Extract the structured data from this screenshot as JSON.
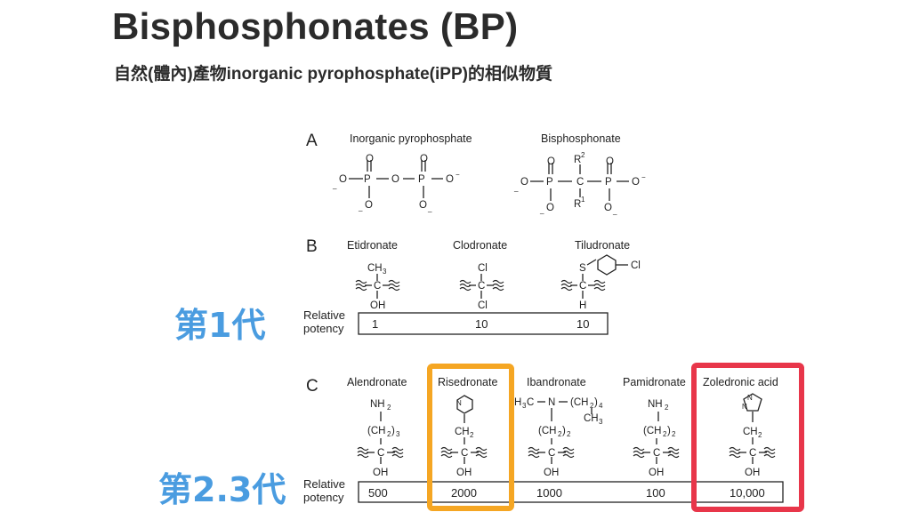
{
  "header": {
    "title": "Bisphosphonates (BP)",
    "subtitle": "自然(體內)產物inorganic pyrophosphate(iPP)的相似物質"
  },
  "generations": {
    "first": "第1代",
    "second_third": "第2.3代"
  },
  "figure": {
    "panel_a": {
      "letter": "A",
      "left_label": "Inorganic pyrophosphate",
      "right_label": "Bisphosphonate"
    },
    "panel_b": {
      "letter": "B",
      "relative_potency_label": [
        "Relative",
        "potency"
      ],
      "compounds": [
        {
          "name": "Etidronate",
          "top": "CH",
          "top_sub": "3",
          "bottom": "OH",
          "potency": "1"
        },
        {
          "name": "Clodronate",
          "top": "Cl",
          "top_sub": "",
          "bottom": "Cl",
          "potency": "10"
        },
        {
          "name": "Tiludronate",
          "top": "S",
          "top_sub": "",
          "bottom": "H",
          "potency": "10"
        }
      ]
    },
    "panel_c": {
      "letter": "C",
      "relative_potency_label": [
        "Relative",
        "potency"
      ],
      "compounds": [
        {
          "name": "Alendronate",
          "potency": "500",
          "highlight": ""
        },
        {
          "name": "Risedronate",
          "potency": "2000",
          "highlight": "#f5a623"
        },
        {
          "name": "Ibandronate",
          "potency": "1000",
          "highlight": ""
        },
        {
          "name": "Pamidronate",
          "potency": "100",
          "highlight": ""
        },
        {
          "name": "Zoledronic acid",
          "potency": "10,000",
          "highlight": "#e8364a"
        }
      ]
    }
  }
}
